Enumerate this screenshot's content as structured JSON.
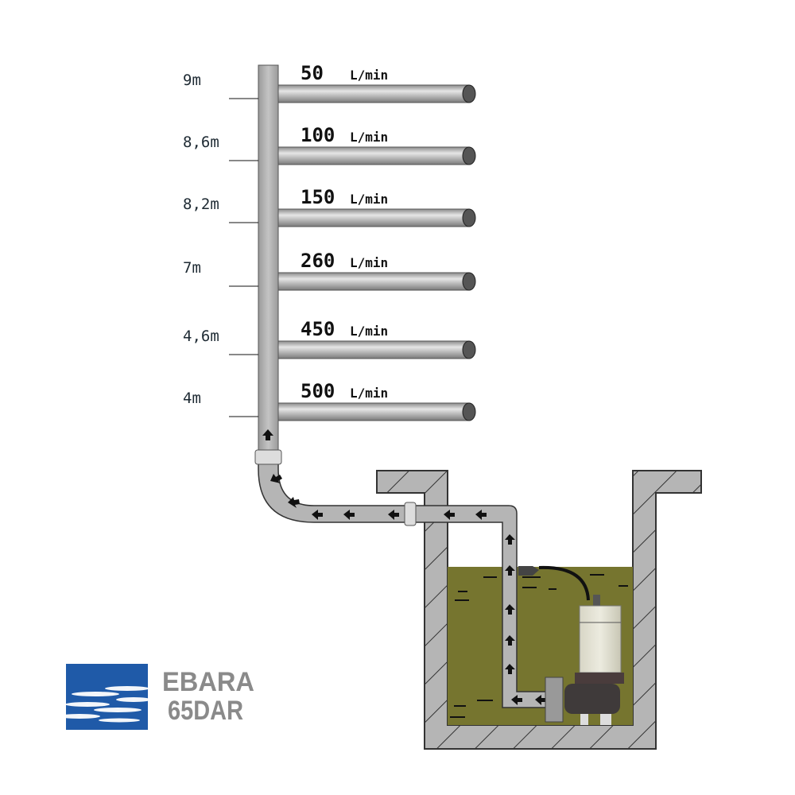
{
  "branches": [
    {
      "flow": "50",
      "unit": "L/min",
      "height": "9m"
    },
    {
      "flow": "100",
      "unit": "L/min",
      "height": "8,6m"
    },
    {
      "flow": "150",
      "unit": "L/min",
      "height": "8,2m"
    },
    {
      "flow": "260",
      "unit": "L/min",
      "height": "7m"
    },
    {
      "flow": "450",
      "unit": "L/min",
      "height": "4,6m"
    },
    {
      "flow": "500",
      "unit": "L/min",
      "height": "4m"
    }
  ],
  "logo": {
    "brand": "EBARA",
    "model": "65DAR"
  },
  "colors": {
    "pipe": "#a9a9a9",
    "water": "#76752f",
    "wall": "#b5b5b5",
    "logo_blue": "#1f5aa8"
  }
}
